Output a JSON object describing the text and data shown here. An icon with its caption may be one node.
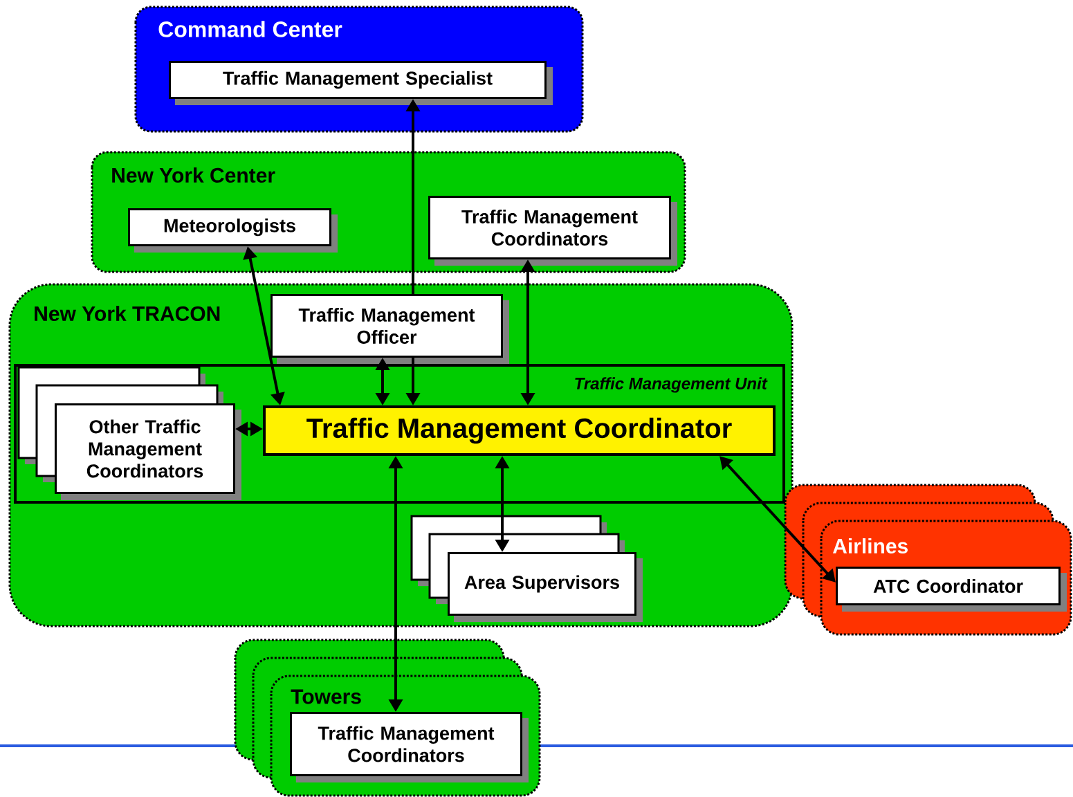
{
  "diagram": {
    "nodes": [
      {
        "text": [
          "Command Center"
        ]
      },
      {
        "text": [
          "Traffic Management Specialist"
        ],
        "in": 0
      },
      {
        "text": [
          "New York Center"
        ]
      },
      {
        "text": [
          "Meteorologists"
        ],
        "in": 2
      },
      {
        "text": [
          "Traffic Management Coordinators"
        ],
        "in": 2
      },
      {
        "text": [
          "New York TRACON"
        ]
      },
      {
        "text": [
          "Traffic Management Officer"
        ],
        "in": 5
      },
      {
        "text": [
          "Traffic Management Unit"
        ],
        "in": 5
      },
      {
        "text": [
          "Other Traffic Management Coordinators"
        ],
        "in": 7
      },
      {
        "text": [
          "Traffic Management Coordinator"
        ],
        "in": 7
      },
      {
        "text": [
          "Area Supervisors"
        ],
        "in": 5
      },
      {
        "text": [
          "Airlines"
        ]
      },
      {
        "text": [
          "ATC Coordinator"
        ],
        "in": 11
      },
      {
        "text": [
          "Towers"
        ]
      },
      {
        "text": [
          "Traffic Management Coordinators"
        ],
        "in": 13
      }
    ],
    "edges": [
      {
        "from": 6,
        "to": 1,
        "arrow": "to"
      },
      {
        "from": 6,
        "to": 9,
        "arrow": "to"
      },
      {
        "from": 6,
        "to": 9,
        "arrow": "both"
      },
      {
        "from": 3,
        "to": 9,
        "arrow": "both"
      },
      {
        "from": 4,
        "to": 9,
        "arrow": "both"
      },
      {
        "from": 8,
        "to": 9,
        "arrow": "both"
      },
      {
        "from": 9,
        "to": 10,
        "arrow": "both"
      },
      {
        "from": 9,
        "to": 14,
        "arrow": "both"
      },
      {
        "from": 9,
        "to": 12,
        "arrow": "both"
      }
    ]
  }
}
